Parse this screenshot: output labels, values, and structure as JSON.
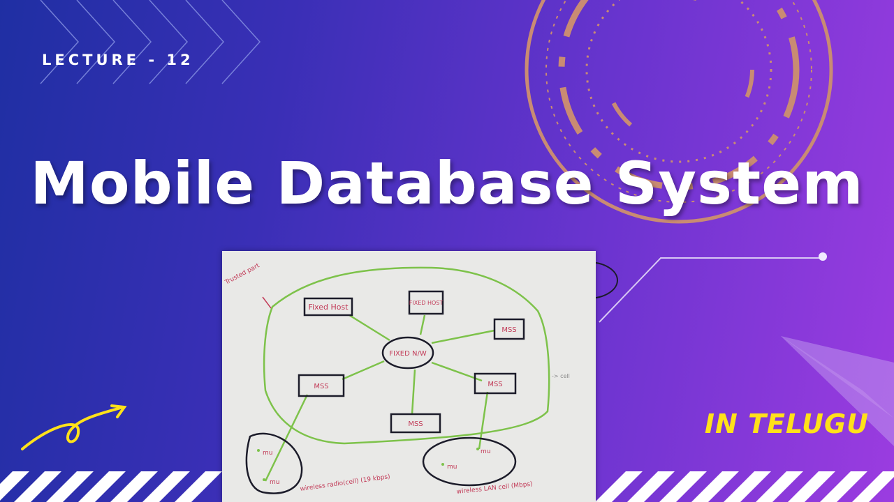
{
  "header": {
    "lecture_label": "LECTURE - 12",
    "title": "Mobile Database System",
    "language_badge": "IN TELUGU"
  },
  "colors": {
    "accent_yellow": "#ffe11a",
    "ring_color": "#c98b73",
    "diagram_line": "#7dc24a",
    "diagram_ink": "#c23b58"
  },
  "diagram": {
    "nodes": {
      "fixed_host_1": "Fixed Host",
      "fixed_host_2": "FIXED HOST",
      "fixed_network": "FIXED N/W",
      "mss_left": "MSS",
      "mss_right": "MSS",
      "mss_top_right": "MSS",
      "mss_bottom": "MSS",
      "mu": "mu"
    },
    "notes": {
      "trusted_part": "Trusted part",
      "wireless_radio": "wireless radio(cell) (19 kbps)",
      "wireless_lan": "wireless LAN cell (Mbps)",
      "cell_arrow": "-> cell"
    }
  }
}
